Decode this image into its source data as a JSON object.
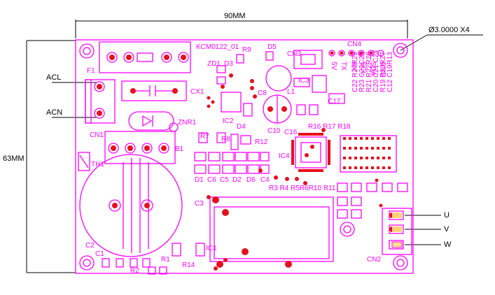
{
  "dimensions": {
    "width": "90MM",
    "height": "63MM",
    "hole_spec": "Ø3.0000 X4"
  },
  "board_label": "KCM0122_01",
  "terminals": {
    "acl": "ACL",
    "acn": "ACN",
    "u": "U",
    "v": "V",
    "w": "W"
  },
  "designators": {
    "F1": "F1",
    "CX1": "CX1",
    "CN1": "CN1",
    "ZNR1": "ZNR1",
    "TH1": "TH1",
    "B1": "B1",
    "C1": "C1",
    "C2": "C2",
    "C3": "C3",
    "R14": "R14",
    "R2": "R2",
    "R1": "R1",
    "IC1": "IC1",
    "R9": "R9",
    "D5": "D5",
    "CN3": "CN3",
    "CN4": "CN4",
    "ZD1": "ZD1",
    "D3": "D3",
    "IC2": "IC2",
    "C8": "C8",
    "L1": "L1",
    "IC3": "IC3",
    "C17": "C17",
    "D4": "D4",
    "C10": "C10",
    "C16": "C16",
    "R7": "R7",
    "R8": "R8",
    "R12": "R12",
    "IC4": "IC4",
    "D1": "D1",
    "C6": "C6",
    "C5": "C5",
    "D2": "D2",
    "D6": "D6",
    "C4": "C4",
    "R3R11": "R3 R4 R5R6R10 R11",
    "CN2": "CN2",
    "rows": [
      "C22 R24R29",
      "R23 C23C25",
      "R21 R22R28",
      "C20 C21 C24",
      "R19 R20R27",
      "C12 C19R13"
    ],
    "r16": "R16 R17 R18"
  },
  "cn4_pins": [
    "5V",
    "TX",
    "RX",
    "SCL",
    "SDA",
    "GND"
  ],
  "colors": {
    "silkscreen": "#ff00ff",
    "pads": "#e8101e",
    "dimension": "#000000"
  }
}
